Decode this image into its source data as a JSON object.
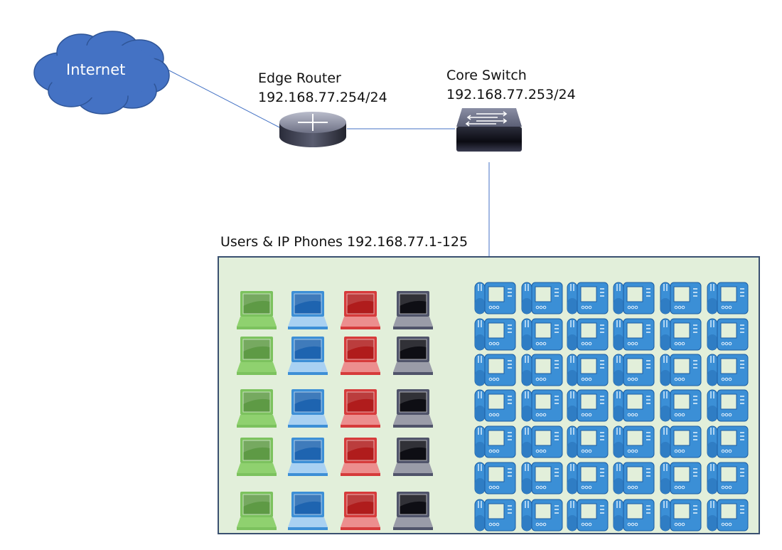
{
  "nodes": {
    "internet": {
      "label": "Internet",
      "color": "#4472c4"
    },
    "edge_router": {
      "name": "Edge Router",
      "ip": "192.168.77.254/24"
    },
    "core_switch": {
      "name": "Core Switch",
      "ip": "192.168.77.253/24"
    },
    "subnet": {
      "label": "Users & IP Phones 192.168.77.1-125",
      "fill": "#e2efda",
      "border": "#3a5070"
    }
  },
  "links": [
    {
      "from": "internet",
      "to": "edge_router"
    },
    {
      "from": "edge_router",
      "to": "core_switch"
    },
    {
      "from": "core_switch",
      "to": "subnet"
    }
  ],
  "laptops": {
    "rows": 5,
    "colors": [
      {
        "name": "green",
        "screen": "#5e9a45",
        "frame": "#7cc25e",
        "base": "#8fd16f"
      },
      {
        "name": "blue",
        "screen": "#1e64b0",
        "frame": "#3d8fd6",
        "base": "#a9d1f2"
      },
      {
        "name": "red",
        "screen": "#b01c1c",
        "frame": "#d63b3b",
        "base": "#ec8e8e"
      },
      {
        "name": "black",
        "screen": "#0e0e14",
        "frame": "#50546a",
        "base": "#9a9ca8"
      }
    ]
  },
  "phones": {
    "rows": 7,
    "cols": 6,
    "color": "#3b8fd6"
  }
}
